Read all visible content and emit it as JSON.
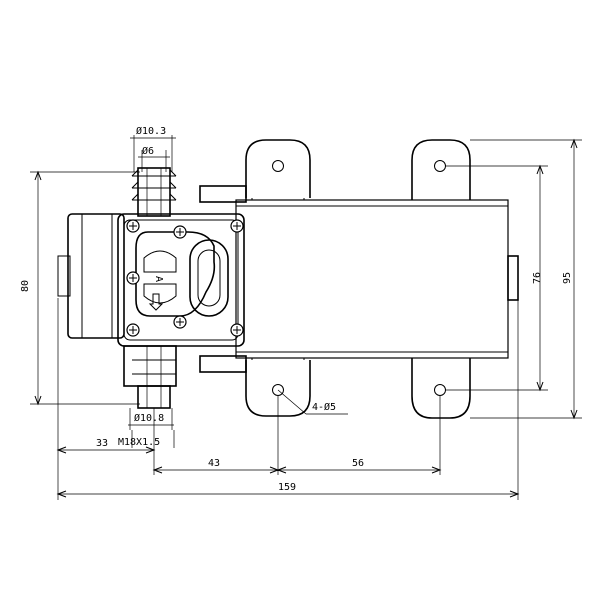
{
  "dimensions": {
    "inlet_outer_diameter": "Ø10.3",
    "inlet_inner_diameter": "Ø6",
    "outlet_outer_diameter": "Ø10.8",
    "thread": "M18X1.5",
    "height_overall_body": "80",
    "mount_hole_spacing_vertical": "76",
    "height_total": "95",
    "mount_holes": "4-Ø5",
    "offset_left": "33",
    "offset_to_hole": "43",
    "hole_spacing_horizontal": "56",
    "length_total": "159"
  },
  "pump_marking": "A"
}
